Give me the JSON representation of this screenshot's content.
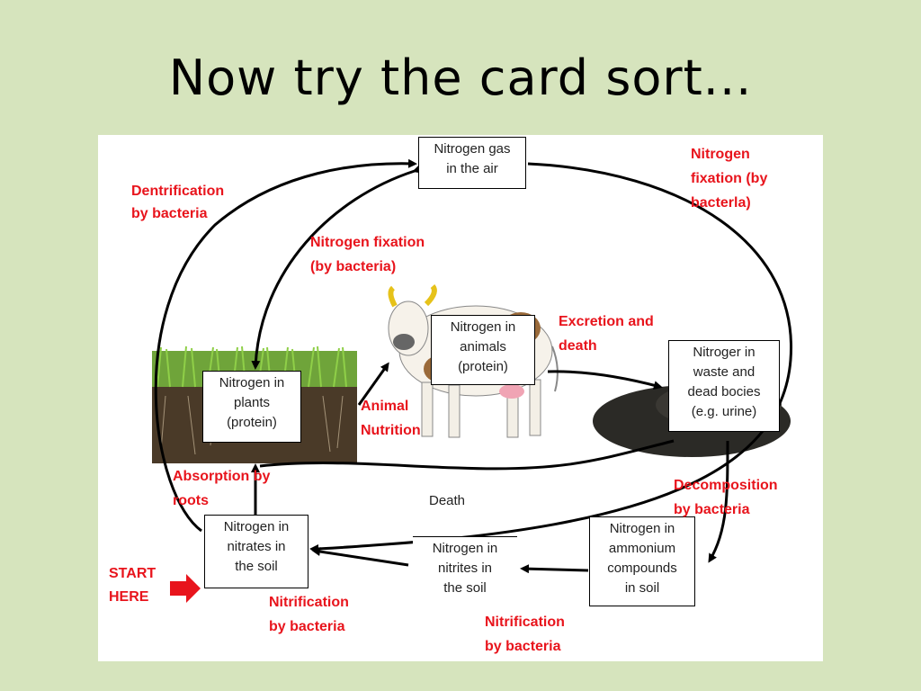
{
  "title": "Now try the card sort...",
  "colors": {
    "background": "#d6e4bd",
    "panel": "#ffffff",
    "label": "#e8141c",
    "arrow": "#000000"
  },
  "boxes": {
    "nitrogen_gas": "Nitrogen gas\nin the air",
    "nitrogen_plants": "Nitrogen in\nplants\n(protein)",
    "nitrogen_animals": "Nitrogen in\nanimals\n(protein)",
    "nitrogen_waste": "Nitroger in\nwaste and\ndead bocies\n(e.g. urine)",
    "nitrogen_nitrates": "Nitrogen in\nnitrates in\nthe soil",
    "nitrogen_nitrites": "Nitrogen in\nnitrites in\nthe soil",
    "nitrogen_ammonium": "Nitrogen in\nammonium\ncompounds\nin soil"
  },
  "labels": {
    "denitrification": "Dentrification\nby bacteria",
    "fixation_right": "Nitrogen\nfixation (by\nbacterla)",
    "fixation_center": "Nitrogen fixation\n(by bacteria)",
    "excretion": "Excretion and\ndeath",
    "animal_nutrition": "Animal\nNutrition",
    "absorption": "Absorption by\nroots",
    "decomposition": "Decomposition\nby bacteria",
    "start_here": "START\nHERE",
    "nitrification_left": "Nitrification\nby bacteria",
    "nitrification_bottom": "Nitrification\nby bacteria"
  },
  "death_label": "Death",
  "icons": {
    "grass": "grass-soil-image",
    "cow": "cow-image",
    "waste": "waste-pile-image",
    "start_arrow": "red-arrow-icon"
  }
}
